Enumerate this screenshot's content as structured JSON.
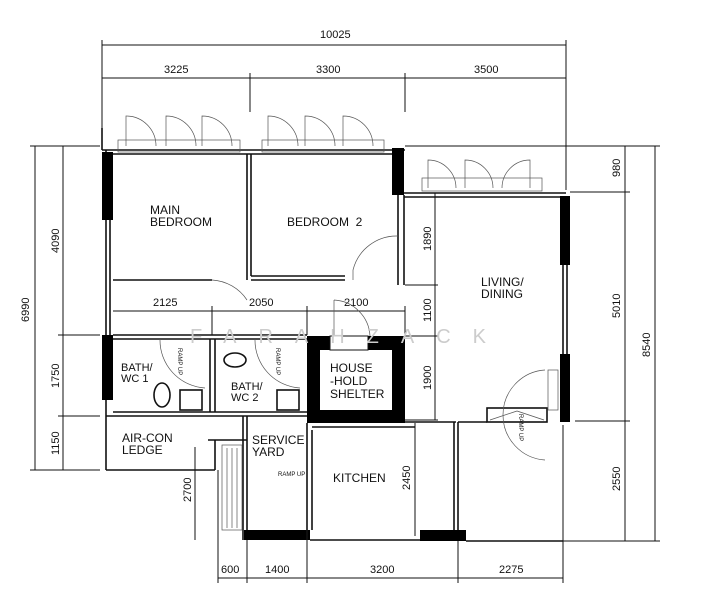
{
  "plan": {
    "rooms": {
      "main_bedroom": [
        "MAIN",
        "BEDROOM"
      ],
      "bedroom2": "BEDROOM  2",
      "living_dining": [
        "LIVING/",
        "DINING"
      ],
      "bath_wc1": [
        "BATH/",
        "WC 1"
      ],
      "bath_wc2": [
        "BATH/",
        "WC 2"
      ],
      "household_shelter": [
        "HOUSE",
        "-HOLD",
        "SHELTER"
      ],
      "aircon_ledge": [
        "AIR-CON",
        "LEDGE"
      ],
      "service_yard": [
        "SERVICE",
        "YARD"
      ],
      "kitchen": "KITCHEN"
    },
    "dimensions": {
      "top_overall": "10025",
      "top": [
        "3225",
        "3300",
        "3500"
      ],
      "left_overall": "6990",
      "left": [
        "4090",
        "1750",
        "1150"
      ],
      "right_overall": "8540",
      "right": [
        "980",
        "5010",
        "2550"
      ],
      "middle_vertical": [
        "1890",
        "1100",
        "1900"
      ],
      "middle_horizontal": [
        "2125",
        "2050",
        "2100"
      ],
      "kitchen_height": "2450",
      "service_yard_height": "2700",
      "bottom": [
        "600",
        "1400",
        "3200",
        "2275"
      ]
    },
    "ramp_label": "RAMP UP",
    "watermark": "FARAHZACK"
  }
}
